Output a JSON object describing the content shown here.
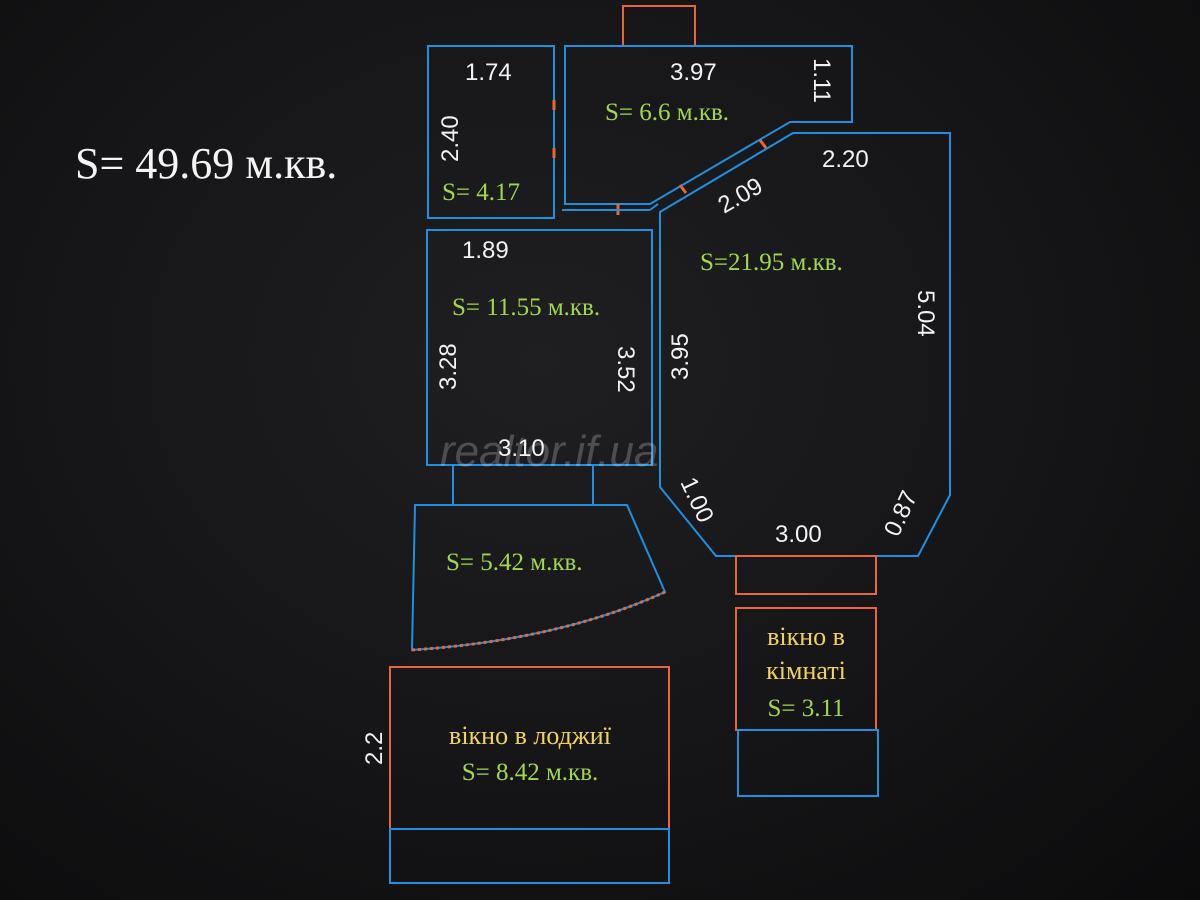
{
  "total_area": "S= 49.69 м.кв.",
  "watermark": "realtor.if.ua",
  "rooms": {
    "small_room": {
      "width": "1.74",
      "height": "2.40",
      "area": "S= 4.17"
    },
    "top_room": {
      "width": "3.97",
      "side": "1.11",
      "area": "S= 6.6 м.кв."
    },
    "big_room": {
      "top": "2.20",
      "diagonal": "2.09",
      "area": "S=21.95 м.кв.",
      "right": "5.04",
      "left": "3.95",
      "bottom": "3.00",
      "corner_left": "1.00",
      "corner_right": "0.87"
    },
    "mid_room": {
      "top": "1.89",
      "area": "S= 11.55 м.кв.",
      "left": "3.28",
      "right": "3.52",
      "bottom": "3.10"
    },
    "loggia": {
      "area": "S= 5.42 м.кв."
    }
  },
  "window_room": {
    "line1": "вікно в",
    "line2": "кімнаті",
    "area": "S= 3.11"
  },
  "window_loggia": {
    "title": "вікно в лоджиї",
    "area": "S= 8.42 м.кв.",
    "height": "2.2"
  },
  "colors": {
    "walls": "#1f8fe0",
    "windows": "#e8673a",
    "dimensions": "#f2f2f2",
    "areas": "#9fd84c",
    "window_labels": "#f0d35a"
  }
}
